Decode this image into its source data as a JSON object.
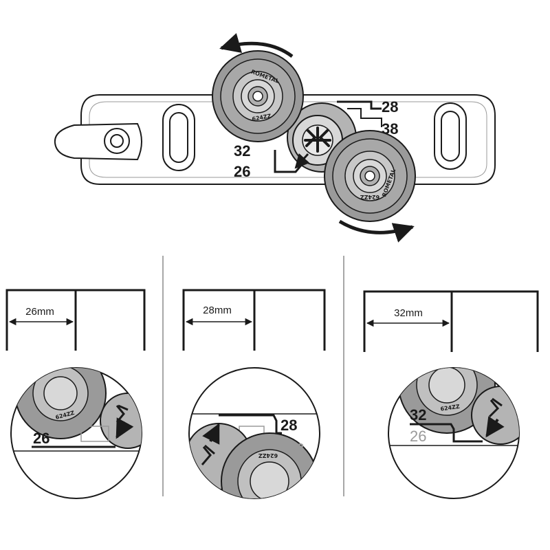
{
  "top_assembly": {
    "labels": {
      "upper_right_1": "28",
      "upper_right_2": "38",
      "left_1": "32",
      "left_2": "26"
    },
    "wheel_brand": "ROMETAL",
    "bearing_code": "624ZZ"
  },
  "panels": [
    {
      "dimension": "26mm",
      "zoom_label": "26",
      "bearing_code": "624ZZ"
    },
    {
      "dimension": "28mm",
      "zoom_label": "28",
      "zoom_faded": "38",
      "bearing_code": "624ZZ"
    },
    {
      "dimension": "32mm",
      "zoom_label": "32",
      "zoom_faded": "26",
      "bearing_code": "624ZZ"
    }
  ],
  "colors": {
    "stroke": "#1a1a1a",
    "plate_fill": "#ffffff",
    "wheel_fill": "#9a9a9a",
    "wheel_inner": "#b4b4b4",
    "hub_fill": "#d8d8d8",
    "divider": "#8a8a8a",
    "faded": "#9a9a9a"
  }
}
